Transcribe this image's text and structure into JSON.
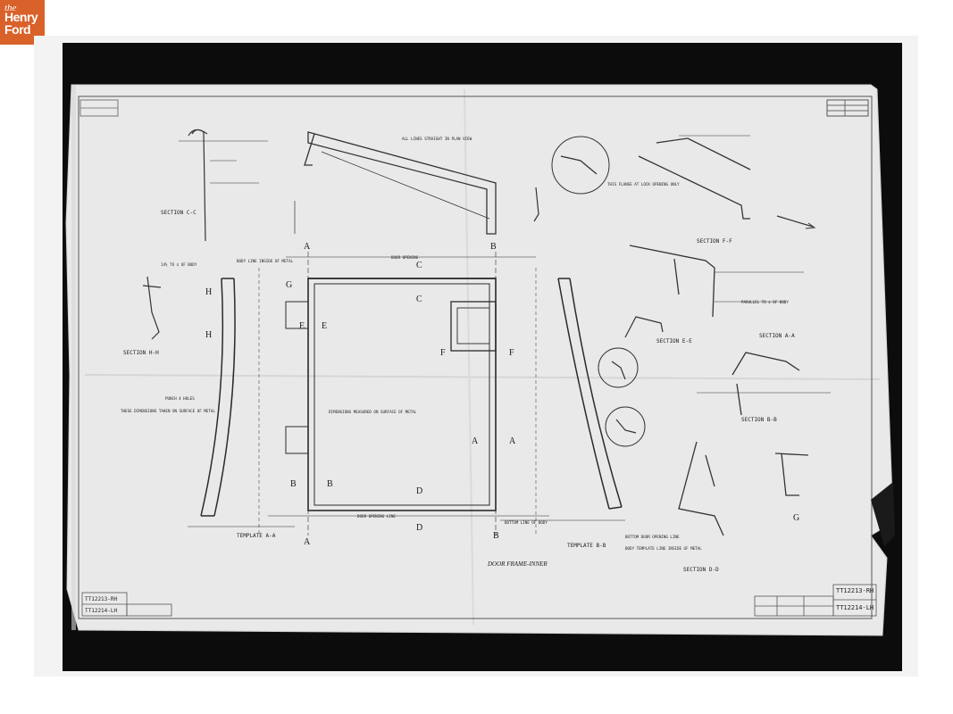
{
  "logo": {
    "line1": "the",
    "line2": "Henry",
    "line3": "Ford",
    "color": "#d9612a"
  },
  "drawing": {
    "title": "DOOR FRAME-INNER",
    "drawing_numbers": [
      "TT12213-RH",
      "TT12214-LH"
    ],
    "sections": [
      {
        "id": "c-c",
        "text": "SECTION C-C"
      },
      {
        "id": "h-h",
        "text": "SECTION H-H"
      },
      {
        "id": "f-f",
        "text": "SECTION F-F"
      },
      {
        "id": "a-a",
        "text": "SECTION A-A"
      },
      {
        "id": "e-e",
        "text": "SECTION E-E"
      },
      {
        "id": "b-b",
        "text": "SECTION B-B"
      },
      {
        "id": "d-d",
        "text": "SECTION D-D"
      }
    ],
    "templates": [
      {
        "id": "a-a",
        "text": "TEMPLATE A-A"
      },
      {
        "id": "b-b",
        "text": "TEMPLATE B-B"
      }
    ],
    "view_letters": [
      "A",
      "B",
      "C",
      "D",
      "E",
      "F",
      "G",
      "H"
    ],
    "notes": {
      "door_opening": "DOOR OPENING",
      "door_opening_line": "DOOR OPENING LINE",
      "bottom_line_of_body": "BOTTOM LINE OF BODY",
      "bottom door opening line": "BOTTOM DOOR OPENING LINE",
      "body_template_line": "BODY TEMPLATE LINE INSIDE OF METAL",
      "dimensions_on_surface": "DIMENSIONS MEASURED ON SURFACE OF METAL",
      "parallel_to_body": "PARALLEL TO ¢ OF BODY",
      "all_lines_straight": "ALL LINES STRAIGHT IN PLAN VIEW",
      "these_dimensions": "THESE DIMENSIONS TAKEN ON SURFACE OF METAL",
      "punch_4_holes": "PUNCH 4 HOLES",
      "flange_at_lock": "THIS FLANGE AT LOCK OPENING ONLY",
      "body_line": "BODY LINE INSIDE OF METAL",
      "to_body": "14½ TO ¢ OF BODY"
    }
  }
}
